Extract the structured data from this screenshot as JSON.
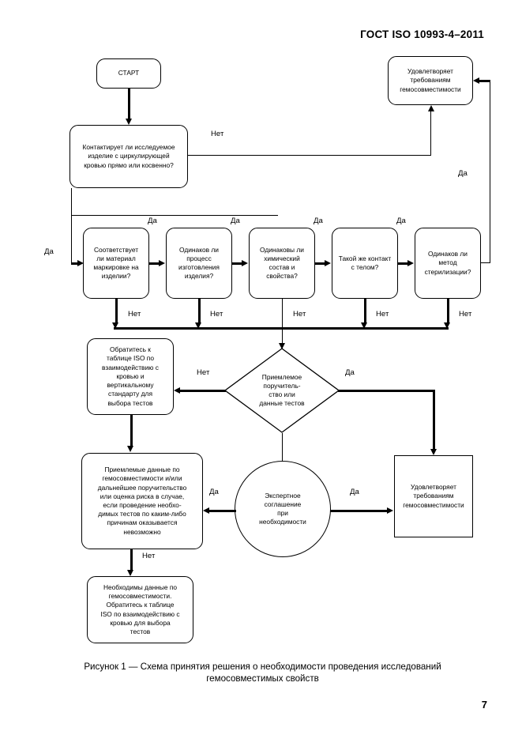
{
  "document": {
    "header": "ГОСТ ISO 10993-4–2011",
    "page_number": "7",
    "caption_line1": "Рисунок 1 — Схема принятия решения о необходимости проведения исследований",
    "caption_line2": "гемосовместимых свойств"
  },
  "labels": {
    "yes": "Да",
    "no": "Нет"
  },
  "nodes": {
    "start": "СТАРТ",
    "contact_question": "Контактирует ли исследуемое\nизделие с циркулирующей\nкровью прямо или косвенно?",
    "satisfies_top": "Удовлетворяет\nтребованиям\nгемосовместимости",
    "q_material": "Соответствует\nли материал\nмаркировке на\nизделии?",
    "q_process": "Одинаков ли\nпроцесс\nизготовления\nизделия?",
    "q_chemical": "Одинаковы ли\nхимический\nсостав и\nсвойства?",
    "q_contact": "Такой же контакт\nс телом?",
    "q_sterilization": "Одинаков ли\nметод\nстерилизации?",
    "iso_table": "Обратитесь к\nтаблице ISO по\nвзаимодействию с\nкровью и\nвертикальному\nстандарту для\nвыбора тестов",
    "diamond_decision": "Приемлемое\nпоручитель-\nство или\nданные тестов",
    "acceptable_data": "Приемлемые данные по\nгемосовместимости и/или\nдальнейшее поручительство\nили оценка риска в случае,\nесли проведение необхо-\nдимых тестов по каким-либо\nпричинам оказывается\nневозможно",
    "expert_agreement": "Экспертное\nсоглашение\nпри\nнеобходимости",
    "satisfies_bottom": "Удовлетворяет\nтребованиям\nгемосовместимости",
    "need_data": "Необходимы данные по\nгемосовместимости.\nОбратитесь к таблице\nISO по взаимодействию с\nкровью для выбора\nтестов"
  },
  "edge_labels": {
    "contact_no": "Нет",
    "contact_yes": "Да",
    "material_yes": "Да",
    "process_yes": "Да",
    "chemical_yes": "Да",
    "contactbody_yes": "Да",
    "steril_yes": "Да",
    "material_no": "Нет",
    "process_no": "Нет",
    "chemical_no": "Нет",
    "contactbody_no": "Нет",
    "steril_no": "Нет",
    "diamond_no": "Нет",
    "diamond_yes": "Да",
    "circle_left_yes": "Да",
    "circle_right_yes": "Да",
    "acceptable_no": "Нет"
  }
}
